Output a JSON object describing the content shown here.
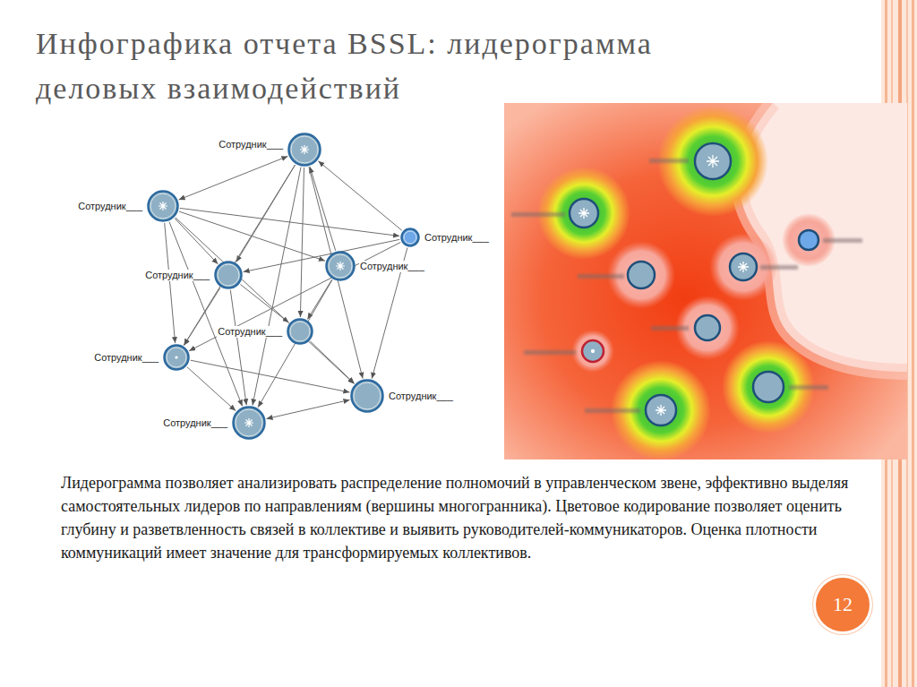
{
  "diagram": {
    "title": "Инфографика отчета BSSL: лидерограмма деловых взаимодействий",
    "caption": "Лидерограмма позволяет анализировать распределение полномочий в управленческом звене, эффективно выделяя самостоятельных лидеров по направлениям (вершины многогранника). Цветовое кодирование позволяет оценить глубину и разветвленность связей в коллективе и выявить руководителей-коммуникаторов. Оценка плотности коммуникаций имеет значение для трансформируемых коллективов.",
    "nodes": [
      {
        "text": [
          "Сотрудник___"
        ]
      },
      {
        "text": [
          "Сотрудник___"
        ]
      },
      {
        "text": [
          "Сотрудник___"
        ]
      },
      {
        "text": [
          "Сотрудник___"
        ]
      },
      {
        "text": [
          "Сотрудник___"
        ]
      },
      {
        "text": [
          "Сотрудник___"
        ]
      },
      {
        "text": [
          "Сотрудник___"
        ]
      },
      {
        "text": [
          "Сотрудник___"
        ]
      },
      {
        "text": [
          "Сотрудник___"
        ]
      }
    ],
    "edges": [
      {
        "from": 1,
        "to": 0,
        "arrow": "both"
      },
      {
        "from": 2,
        "to": 0,
        "arrow": "to"
      },
      {
        "from": 0,
        "to": 4,
        "arrow": "to"
      },
      {
        "from": 0,
        "to": 5,
        "arrow": "to"
      },
      {
        "from": 0,
        "to": 6,
        "arrow": "to"
      },
      {
        "from": 0,
        "to": 7,
        "arrow": "to"
      },
      {
        "from": 0,
        "to": 8,
        "arrow": "to"
      },
      {
        "from": 1,
        "to": 2,
        "arrow": "to"
      },
      {
        "from": 1,
        "to": 3,
        "arrow": "to"
      },
      {
        "from": 1,
        "to": 4,
        "arrow": "to"
      },
      {
        "from": 1,
        "to": 6,
        "arrow": "to"
      },
      {
        "from": 1,
        "to": 7,
        "arrow": "to"
      },
      {
        "from": 1,
        "to": 8,
        "arrow": "to"
      },
      {
        "from": 2,
        "to": 4,
        "arrow": "to"
      },
      {
        "from": 2,
        "to": 6,
        "arrow": "to"
      },
      {
        "from": 2,
        "to": 7,
        "arrow": "to"
      },
      {
        "from": 3,
        "to": 0,
        "arrow": "to"
      },
      {
        "from": 3,
        "to": 5,
        "arrow": "to"
      },
      {
        "from": 3,
        "to": 8,
        "arrow": "to"
      },
      {
        "from": 4,
        "to": 5,
        "arrow": "to"
      },
      {
        "from": 4,
        "to": 8,
        "arrow": "to"
      },
      {
        "from": 4,
        "to": 6,
        "arrow": "to"
      },
      {
        "from": 5,
        "to": 7,
        "arrow": "to"
      },
      {
        "from": 6,
        "to": 8,
        "arrow": "to"
      },
      {
        "from": 6,
        "to": 7,
        "arrow": "to"
      },
      {
        "from": 8,
        "to": 7,
        "arrow": "both"
      }
    ],
    "labels": [
      "12"
    ]
  }
}
